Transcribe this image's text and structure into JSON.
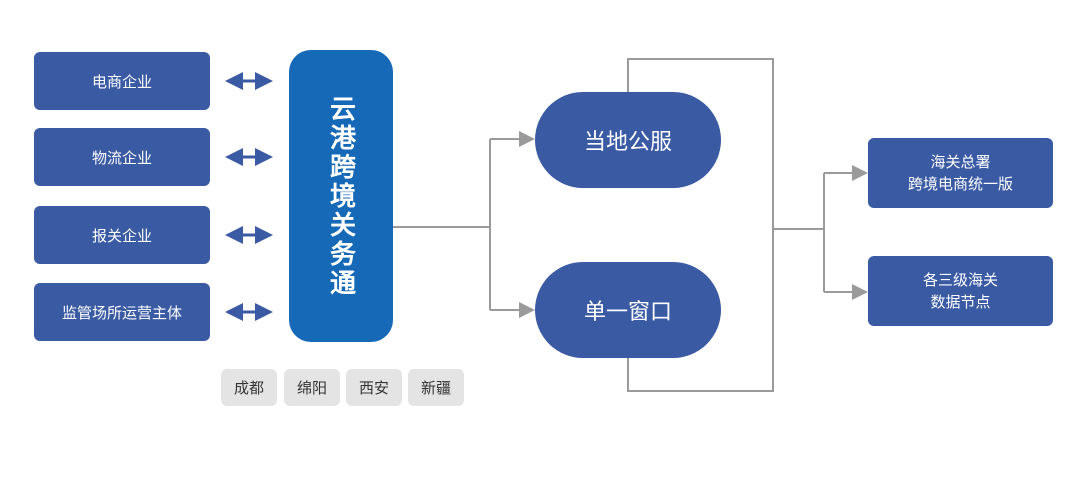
{
  "enterprises": [
    "电商企业",
    "物流企业",
    "报关企业",
    "监管场所运营主体"
  ],
  "hub": {
    "label": "云港跨境关务通"
  },
  "cities": [
    "成都",
    "绵阳",
    "西安",
    "新疆"
  ],
  "platforms": {
    "local": "当地公服",
    "single_window": "单一窗口"
  },
  "customs": {
    "hq_line1": "海关总署",
    "hq_line2": "跨境电商统一版",
    "nodes_line1": "各三级海关",
    "nodes_line2": "数据节点"
  },
  "colors": {
    "box": "#3a5aa4",
    "hub": "#1569b7",
    "connector": "#9a9a9a",
    "city_bg": "#e4e4e4"
  }
}
